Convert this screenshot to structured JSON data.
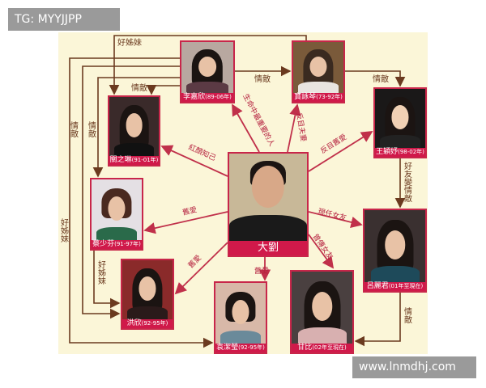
{
  "watermark_top": "TG: MYYJJPP",
  "watermark_bottom": "www.lnmdhj.com",
  "colors": {
    "background": "#fbf6d8",
    "accent": "#d0194a",
    "relation_line": "#6b3a1f",
    "center_line": "#c0304a"
  },
  "center": {
    "name": "大劉"
  },
  "people": [
    {
      "name": "李嘉欣",
      "years": "(89-06年)"
    },
    {
      "name": "寶詠琴",
      "years": "(73-92年)"
    },
    {
      "name": "王穎妤",
      "years": "(98-02年)"
    },
    {
      "name": "關之琳",
      "years": "(91-01年)"
    },
    {
      "name": "蔡少芬",
      "years": "(91-97年)"
    },
    {
      "name": "呂麗君",
      "years": "(01年至現在)"
    },
    {
      "name": "洪欣",
      "years": "(92-95年)"
    },
    {
      "name": "袁潔瑩",
      "years": "(92-95年)"
    },
    {
      "name": "甘比",
      "years": "(02年至現在)"
    }
  ],
  "relations": {
    "sisters_top": "好姊妹",
    "rival_guan": "情敵",
    "rival_left1": "情敵",
    "rival_left2": "情敵",
    "sisters_left": "好姊妹",
    "rival_li_bao": "情敵",
    "rival_bao_wang": "情敵",
    "friend_to_rival": "好友變情敵",
    "rival_lu_gan": "情敵",
    "sisters_cai_hong": "好姊妹"
  },
  "center_relations": {
    "li": "生命中最重要的人",
    "bao": "反目夫妻",
    "wang": "反目舊愛",
    "guan": "紅顏知己",
    "cai": "舊愛",
    "hong": "舊愛",
    "yuan": "舊愛",
    "gan": "曾傳女友",
    "lu": "現任女友"
  }
}
